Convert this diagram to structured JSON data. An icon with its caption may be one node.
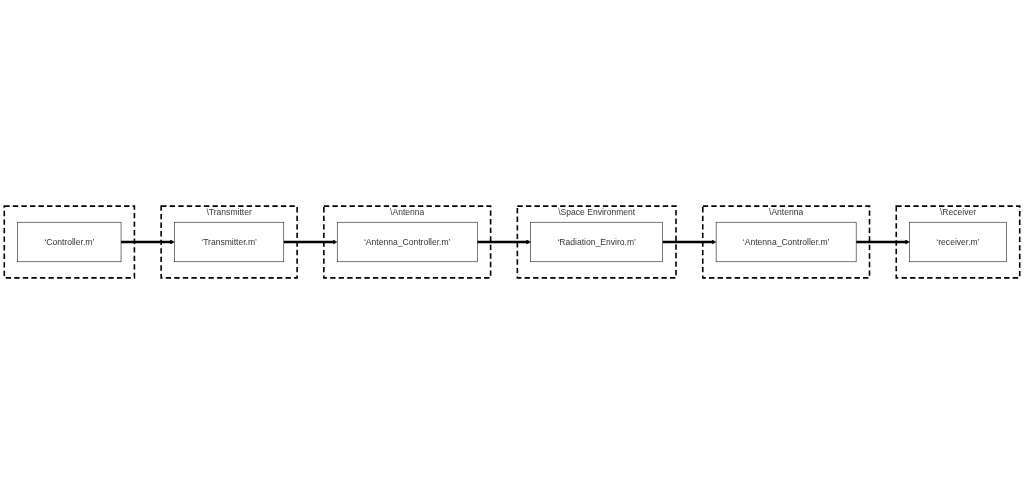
{
  "diagram": {
    "nodes": [
      {
        "text": [],
        "shape": "box"
      },
      {
        "text": [
          "‘Controller.m’"
        ],
        "in": 0
      },
      {
        "text": [
          "\\Transmitter"
        ]
      },
      {
        "text": [
          "‘Transmitter.m’"
        ],
        "in": 2
      },
      {
        "text": [
          "\\Antenna"
        ]
      },
      {
        "text": [
          "‘Antenna_Controller.m’"
        ],
        "in": 4
      },
      {
        "text": [
          "\\Receiver"
        ]
      },
      {
        "text": [
          "‘receiver.m’"
        ],
        "in": 6
      },
      {
        "text": [
          "\\Antenna"
        ]
      },
      {
        "text": [
          "‘Antenna_Controller.m’"
        ],
        "in": 8
      },
      {
        "text": [
          "\\Space Environment"
        ]
      },
      {
        "text": [
          "‘Radiation_Enviro.m’"
        ],
        "in": 10
      }
    ],
    "edges": [
      {
        "from": 1,
        "to": 3,
        "arrow": "to"
      },
      {
        "from": 3,
        "to": 5,
        "arrow": "to"
      },
      {
        "from": 5,
        "to": 11,
        "arrow": "to"
      },
      {
        "from": 11,
        "to": 9,
        "arrow": "to"
      },
      {
        "from": 9,
        "to": 7,
        "arrow": "to"
      }
    ]
  }
}
